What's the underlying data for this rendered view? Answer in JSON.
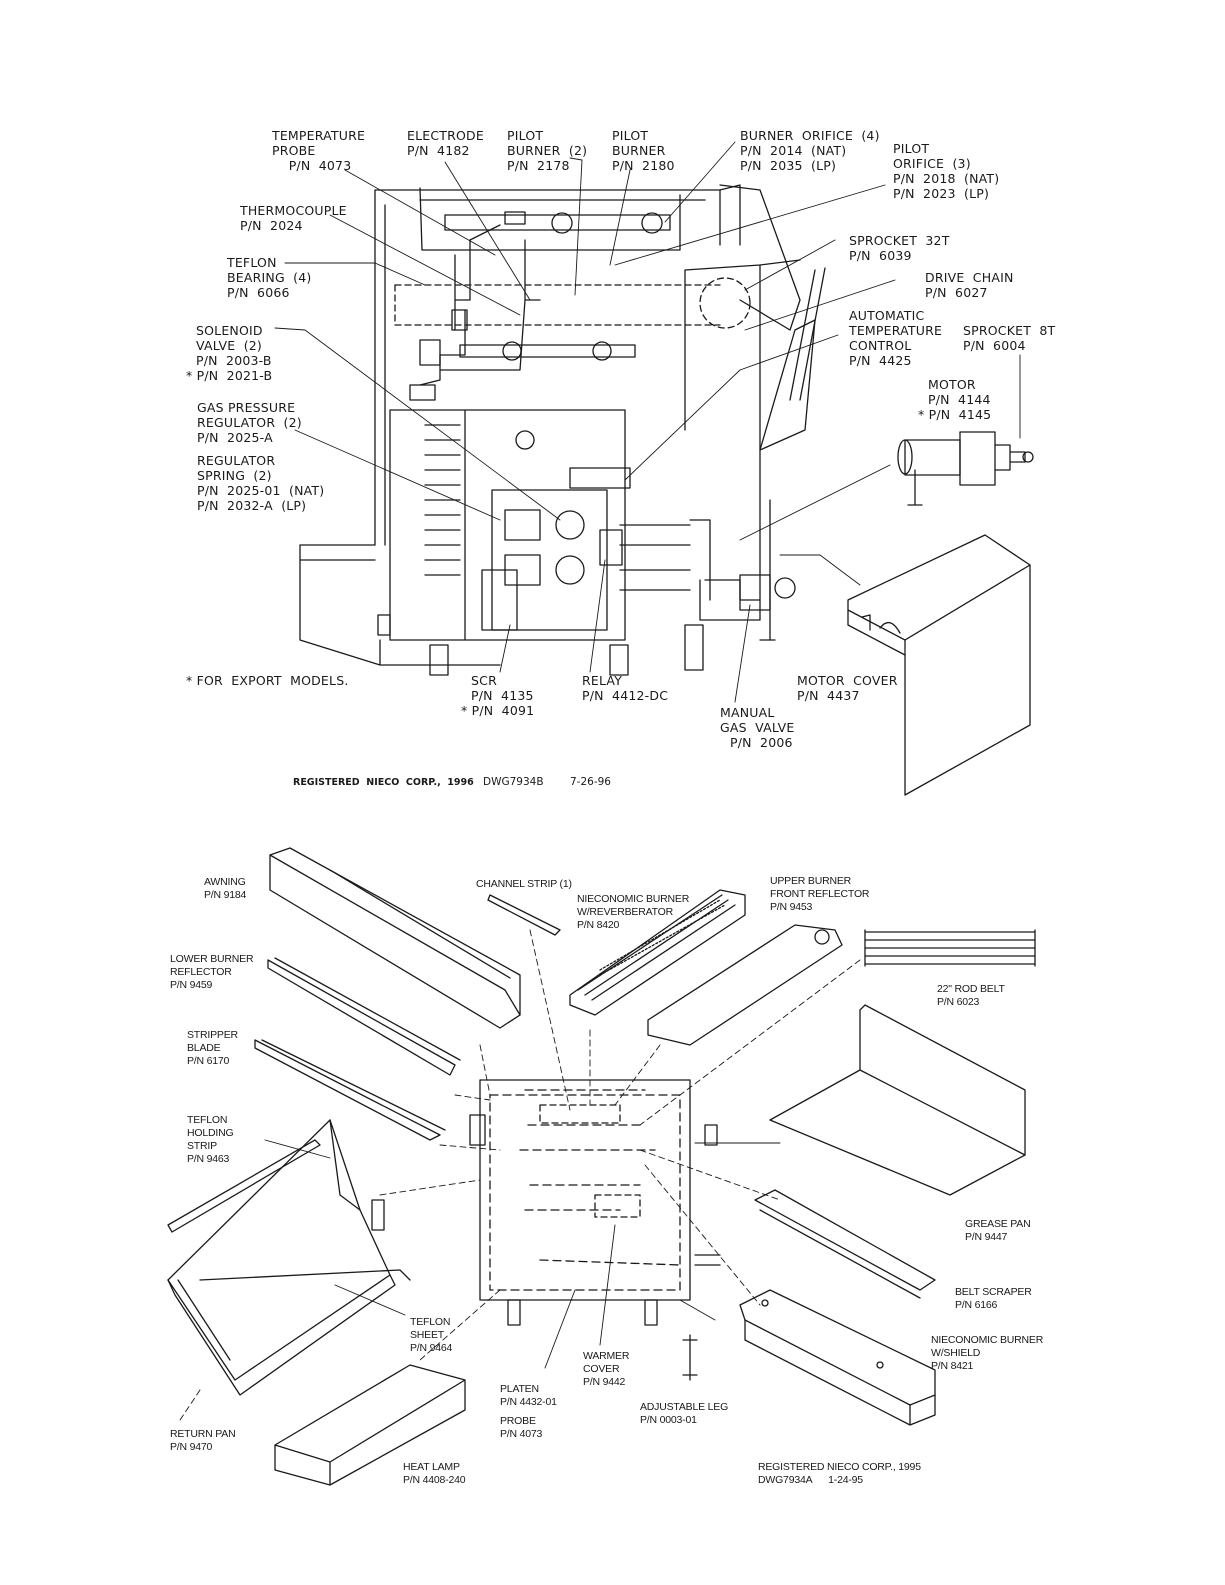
{
  "upper": {
    "labels": [
      {
        "id": "temperature-probe-label",
        "lines": [
          "TEMPERATURE",
          "PROBE",
          "    P/N  4073"
        ]
      },
      {
        "id": "electrode-label",
        "lines": [
          "ELECTRODE",
          "P/N  4182"
        ]
      },
      {
        "id": "pilot-burner-2-label",
        "lines": [
          "PILOT",
          "BURNER  (2)",
          "P/N  2178"
        ]
      },
      {
        "id": "pilot-burner-label",
        "lines": [
          "PILOT",
          "BURNER",
          "P/N  2180"
        ]
      },
      {
        "id": "burner-orifice-label",
        "lines": [
          "BURNER  ORIFICE  (4)",
          "P/N  2014  (NAT)",
          "P/N  2035  (LP)"
        ]
      },
      {
        "id": "pilot-orifice-label",
        "lines": [
          "PILOT",
          "ORIFICE  (3)",
          "P/N  2018  (NAT)",
          "P/N  2023  (LP)"
        ]
      },
      {
        "id": "thermocouple-label",
        "lines": [
          "THERMOCOUPLE",
          "P/N  2024"
        ]
      },
      {
        "id": "teflon-bearing-label",
        "lines": [
          "TEFLON",
          "BEARING  (4)",
          "P/N  6066"
        ]
      },
      {
        "id": "sprocket-32t-label",
        "lines": [
          "SPROCKET  32T",
          "P/N  6039"
        ]
      },
      {
        "id": "drive-chain-label",
        "lines": [
          "DRIVE  CHAIN",
          "P/N  6027"
        ]
      },
      {
        "id": "solenoid-valve-label",
        "lines": [
          "SOLENOID",
          "VALVE  (2)",
          "P/N  2003-B",
          "* P/N  2021-B"
        ]
      },
      {
        "id": "automatic-temperature-control-label",
        "lines": [
          "AUTOMATIC",
          "TEMPERATURE",
          "CONTROL",
          "P/N  4425"
        ]
      },
      {
        "id": "sprocket-8t-label",
        "lines": [
          "SPROCKET  8T",
          "P/N  6004"
        ]
      },
      {
        "id": "motor-label",
        "lines": [
          "MOTOR",
          "P/N  4144",
          "* P/N  4145"
        ]
      },
      {
        "id": "gas-pressure-regulator-label",
        "lines": [
          "GAS PRESSURE",
          "REGULATOR  (2)",
          "P/N  2025-A"
        ]
      },
      {
        "id": "regulator-spring-label",
        "lines": [
          "REGULATOR",
          "SPRING  (2)",
          "P/N  2025-01  (NAT)",
          "P/N  2032-A  (LP)"
        ]
      },
      {
        "id": "export-models-note",
        "lines": [
          "* FOR  EXPORT  MODELS."
        ]
      },
      {
        "id": "scr-label",
        "lines": [
          "SCR",
          "P/N  4135",
          "* P/N  4091"
        ]
      },
      {
        "id": "relay-label",
        "lines": [
          "RELAY",
          "P/N  4412-DC"
        ]
      },
      {
        "id": "motor-cover-label",
        "lines": [
          "MOTOR  COVER",
          "P/N  4437"
        ]
      },
      {
        "id": "manual-gas-valve-label",
        "lines": [
          "MANUAL",
          "GAS  VALVE",
          "P/N  2006"
        ]
      }
    ],
    "footer": [
      "REGISTERED  NIECO  CORP.,  1996",
      "DWG7934B",
      "7-26-96"
    ]
  },
  "lower": {
    "labels": [
      {
        "id": "awning-label",
        "lines": [
          "AWNING",
          "P/N 9184"
        ]
      },
      {
        "id": "channel-strip-label",
        "lines": [
          "CHANNEL STRIP (1)"
        ]
      },
      {
        "id": "nieconomic-burner-reverberator-label",
        "lines": [
          "NIECONOMIC BURNER",
          "W/REVERBERATOR",
          "P/N 8420"
        ]
      },
      {
        "id": "upper-burner-front-reflector-label",
        "lines": [
          "UPPER BURNER",
          "FRONT REFLECTOR",
          "P/N 9453"
        ]
      },
      {
        "id": "lower-burner-reflector-label",
        "lines": [
          "LOWER BURNER",
          "REFLECTOR",
          "P/N 9459"
        ]
      },
      {
        "id": "rod-belt-label",
        "lines": [
          "22\" ROD BELT",
          "P/N 6023"
        ]
      },
      {
        "id": "stripper-blade-label",
        "lines": [
          "STRIPPER",
          "BLADE",
          "P/N 6170"
        ]
      },
      {
        "id": "teflon-holding-strip-label",
        "lines": [
          "TEFLON",
          "HOLDING",
          "STRIP",
          "P/N 9463"
        ]
      },
      {
        "id": "grease-pan-label",
        "lines": [
          "GREASE PAN",
          "P/N 9447"
        ]
      },
      {
        "id": "belt-scraper-label",
        "lines": [
          "BELT SCRAPER",
          "P/N 6166"
        ]
      },
      {
        "id": "teflon-sheet-label",
        "lines": [
          "TEFLON",
          "SHEET",
          "P/N 9464"
        ]
      },
      {
        "id": "nieconomic-burner-shield-label",
        "lines": [
          "NIECONOMIC BURNER",
          "W/SHIELD",
          "P/N 8421"
        ]
      },
      {
        "id": "warmer-cover-label",
        "lines": [
          "WARMER",
          "COVER",
          "P/N 9442"
        ]
      },
      {
        "id": "platen-label",
        "lines": [
          "PLATEN",
          "P/N 4432-01"
        ]
      },
      {
        "id": "probe-label",
        "lines": [
          "PROBE",
          "P/N 4073"
        ]
      },
      {
        "id": "adjustable-leg-label",
        "lines": [
          "ADJUSTABLE LEG",
          "P/N 0003-01"
        ]
      },
      {
        "id": "return-pan-label",
        "lines": [
          "RETURN PAN",
          "P/N 9470"
        ]
      },
      {
        "id": "heat-lamp-label",
        "lines": [
          "HEAT LAMP",
          "P/N 4408-240"
        ]
      }
    ],
    "footer": [
      "REGISTERED NIECO CORP., 1995",
      "DWG7934A      1-24-95"
    ]
  }
}
